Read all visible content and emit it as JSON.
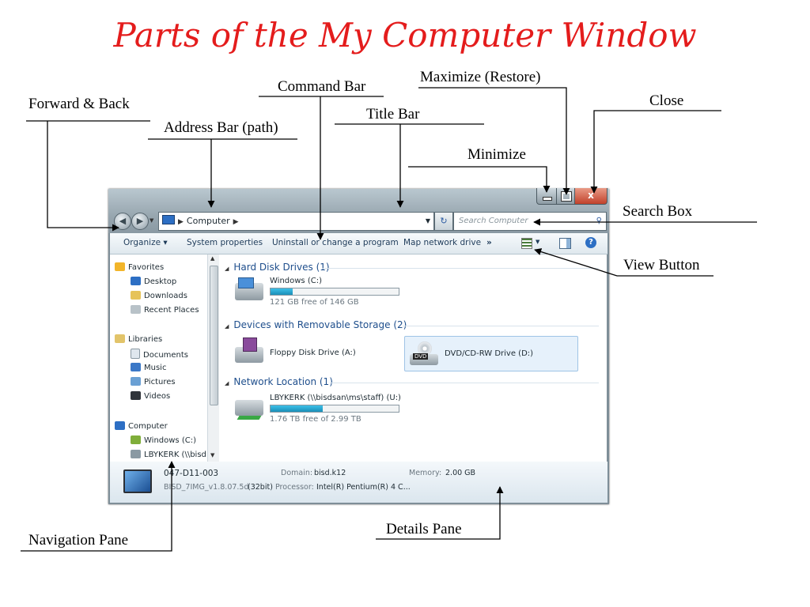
{
  "title": "Parts of the My Computer Window",
  "labels": {
    "command_bar": "Command Bar",
    "maximize": "Maximize (Restore)",
    "close": "Close",
    "forward_back": "Forward & Back",
    "title_bar": "Title Bar",
    "address_bar": "Address Bar (path)",
    "minimize": "Minimize",
    "search_box": "Search Box",
    "view_button": "View Button",
    "navigation_pane": "Navigation Pane",
    "details_pane": "Details Pane"
  },
  "window": {
    "address": "Computer",
    "search_placeholder": "Search Computer",
    "close_glyph": "x",
    "commands": [
      "Organize ▾",
      "System properties",
      "Uninstall or change a program",
      "Map network drive",
      "»"
    ],
    "nav": {
      "favorites": "Favorites",
      "desktop": "Desktop",
      "downloads": "Downloads",
      "recent_places": "Recent Places",
      "libraries": "Libraries",
      "documents": "Documents",
      "music": "Music",
      "pictures": "Pictures",
      "videos": "Videos",
      "computer": "Computer",
      "windows_c": "Windows (C:)",
      "lbykerk": "LBYKERK (\\\\bisd:"
    },
    "groups": {
      "hard_disk": "Hard Disk Drives (1)",
      "removable": "Devices with Removable Storage (2)",
      "network": "Network Location (1)"
    },
    "drives": {
      "c_name": "Windows (C:)",
      "c_free": "121 GB free of 146 GB",
      "c_used_fraction": 0.17,
      "floppy": "Floppy Disk Drive (A:)",
      "dvd": "DVD/CD-RW Drive (D:)",
      "dvd_badge": "DVD",
      "net_name": "LBYKERK (\\\\bisdsan\\ms\\staff) (U:)",
      "net_free": "1.76 TB free of 2.99 TB",
      "net_used_fraction": 0.41
    },
    "details": {
      "computer_name": "047-D11-003",
      "image": "BISD_7IMG_v1.8.07.5d",
      "bits": "(32bit)",
      "domain_label": "Domain:",
      "domain": "bisd.k12",
      "memory_label": "Memory:",
      "memory": "2.00 GB",
      "processor_label": "Processor:",
      "processor": "Intel(R) Pentium(R) 4 C..."
    }
  }
}
